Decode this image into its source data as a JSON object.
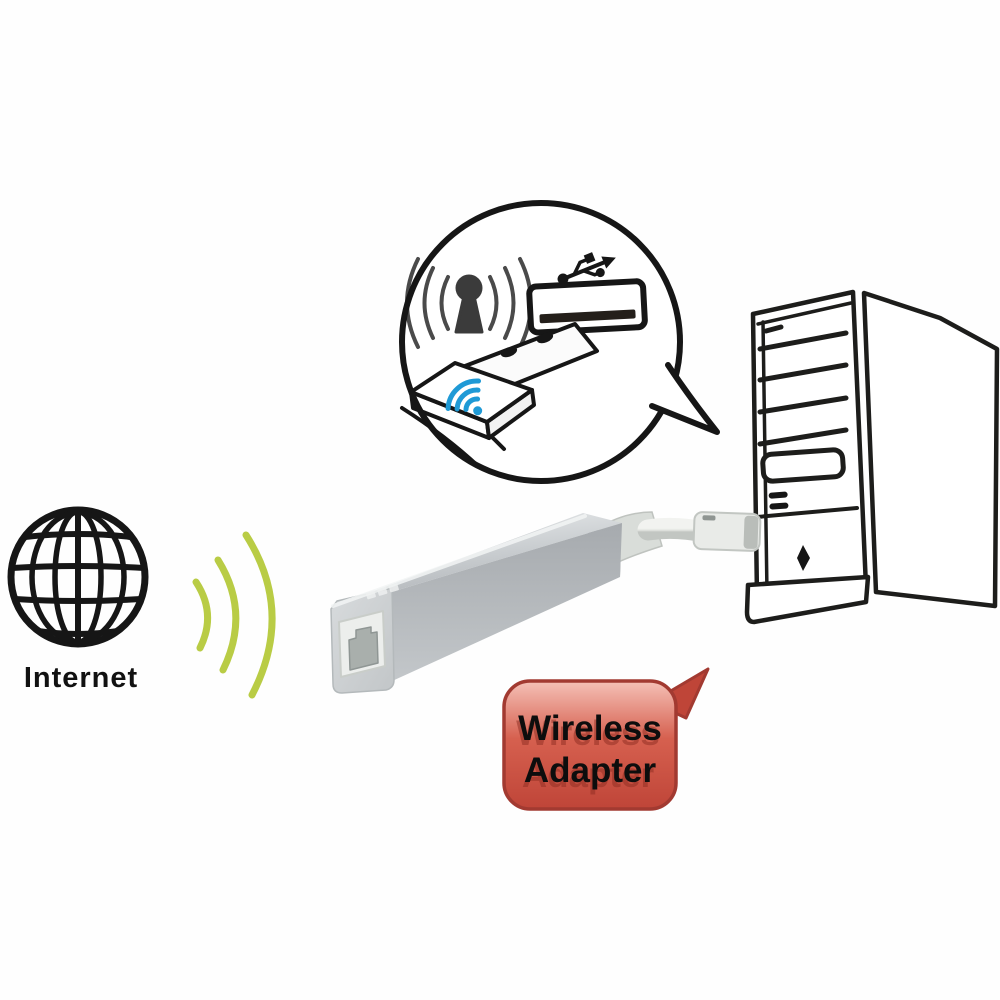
{
  "labels": {
    "internet": "Internet",
    "callout_line1": "Wireless",
    "callout_line2": "Adapter"
  },
  "colors": {
    "line_art": "#1d1d1b",
    "signal_green": "#b9cc45",
    "wifi_blue": "#1f9ad6",
    "callout_red_light": "#f5c1b7",
    "callout_red_mid": "#d6604f",
    "callout_red_dark": "#bf4538",
    "callout_red_border": "#a23a31",
    "antenna_dark": "#3b3b3b"
  },
  "icons": {
    "globe": "globe-icon (wireframe sphere)",
    "signal_waves": "signal-waves-icon (3 green arcs)",
    "antenna": "antenna-broadcast-icon (keyhole with radiating arcs)",
    "usb_symbol": "usb-trident-icon",
    "usb_port": "usb-port-icon (socket slot)",
    "usb_dongle": "usb-wifi-dongle-icon (plug with 2 pin holes)",
    "wifi": "wifi-icon (blue arcs + dot)",
    "power_button": "power-diamond-icon",
    "speech_bubble": "callout-circle-with-tail",
    "label_bubble": "red-speech-bubble"
  }
}
